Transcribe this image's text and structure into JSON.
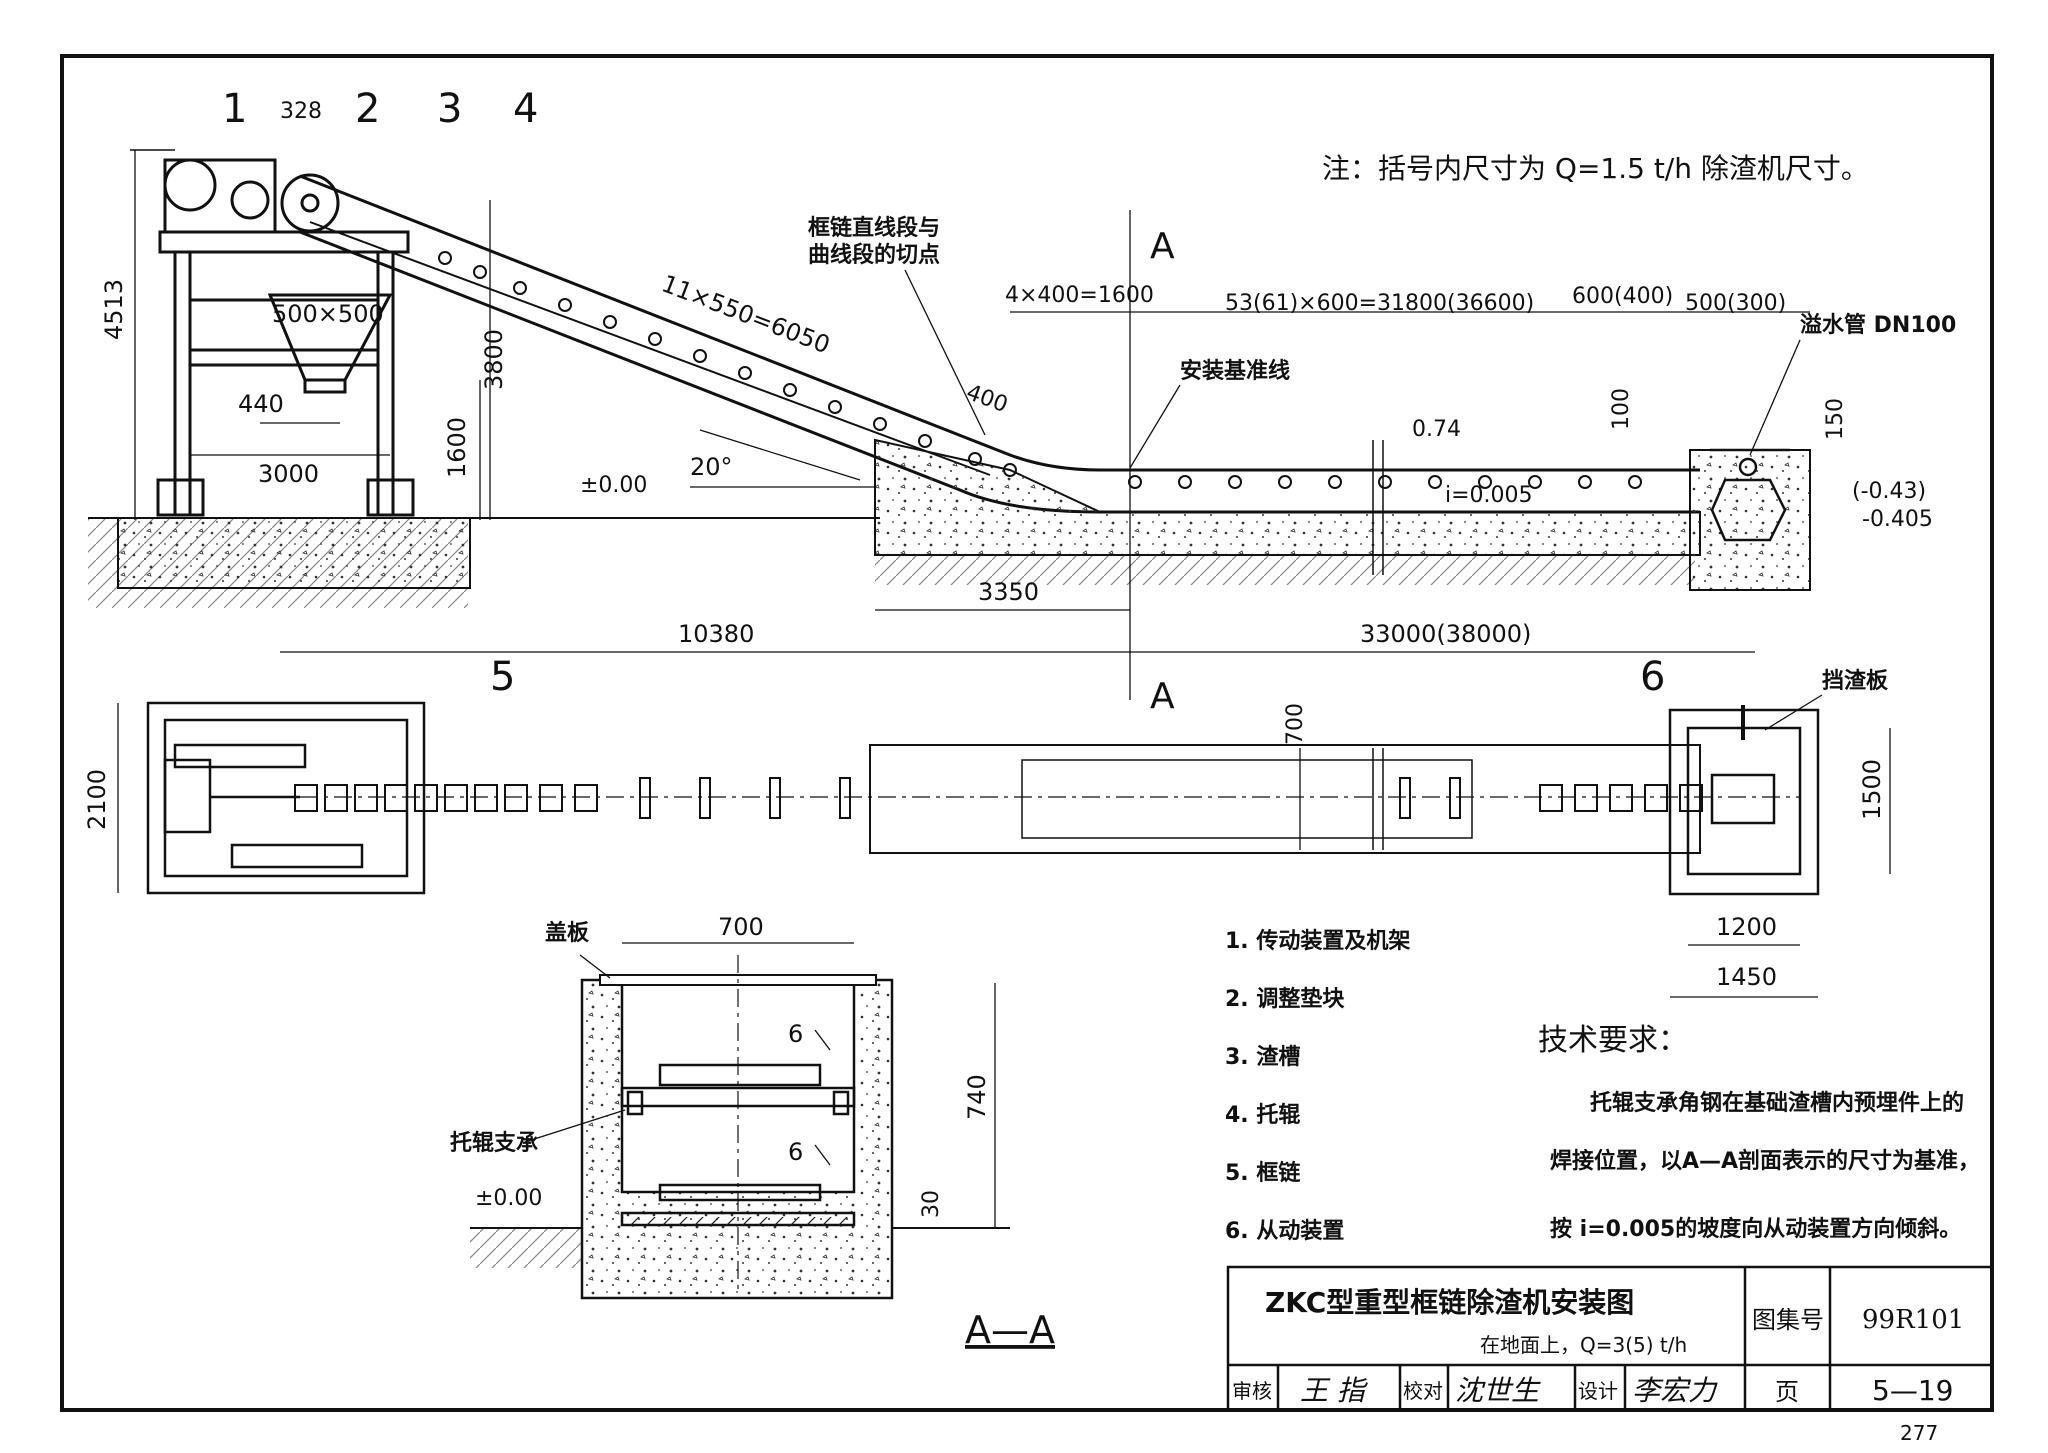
{
  "note": "注：括号内尺寸为 Q=1.5 t/h 除渣机尺寸。",
  "section_marker": "A",
  "section_title": "A—A",
  "elevation": {
    "callouts": [
      "1",
      "2",
      "3",
      "4"
    ],
    "dims": {
      "total_height": "4513",
      "callout_gap": "328",
      "hopper": "500×500",
      "hopper_offset": "440",
      "frame_width": "3000",
      "hopper_height": "1600",
      "incline_height": "3800",
      "incline_links": "11×550=6050",
      "tangent_offset": "400",
      "angle": "20°",
      "ground": "±0.00",
      "first_links": "4×400=1600",
      "main_links": "53(61)×600=31800(36600)",
      "end_gap_1": "600(400)",
      "end_gap_2": "500(300)",
      "rise_100": "100",
      "rise_150": "150",
      "base_level": "0.74",
      "slope": "i=0.005",
      "elev_1": "(-0.43)",
      "elev_2": "-0.405",
      "dist_3350": "3350",
      "dist_10380": "10380",
      "dist_33000": "33000(38000)"
    },
    "labels": {
      "tangent": [
        "框链直线段与",
        "曲线段的切点"
      ],
      "install_line": "安装基准线",
      "overflow_pipe": "溢水管 DN100"
    }
  },
  "plan": {
    "callouts": [
      "5",
      "6"
    ],
    "dims": {
      "width_2100": "2100",
      "trough_700": "700",
      "width_1500": "1500",
      "w_1200": "1200",
      "w_1450": "1450"
    },
    "labels": {
      "baffle": "挡渣板"
    }
  },
  "section": {
    "dims": {
      "width_700": "700",
      "depth_740": "740",
      "bed_30": "30",
      "weld_1": "6",
      "weld_2": "6",
      "ground": "±0.00"
    },
    "labels": {
      "cover": "盖板",
      "roller_support": "托辊支承"
    }
  },
  "legend": [
    "1. 传动装置及机架",
    "2. 调整垫块",
    "3. 渣槽",
    "4. 托辊",
    "5. 框链",
    "6. 从动装置"
  ],
  "tech": {
    "title": "技术要求：",
    "lines": [
      "托辊支承角钢在基础渣槽内预埋件上的",
      "焊接位置，以A—A剖面表示的尺寸为基准，",
      "按 i=0.005的坡度向从动装置方向倾斜。"
    ]
  },
  "title_block": {
    "title": "ZKC型重型框链除渣机安装图",
    "subtitle": "在地面上，Q=3(5) t/h",
    "atlas_label": "图集号",
    "atlas_no": "99R101",
    "review_label": "审核",
    "reviewer": "王 指",
    "check_label": "校对",
    "checker": "沈世生",
    "design_label": "设计",
    "designer": "李宏力",
    "page_label": "页",
    "page_no": "5—19"
  },
  "page_number": "277"
}
